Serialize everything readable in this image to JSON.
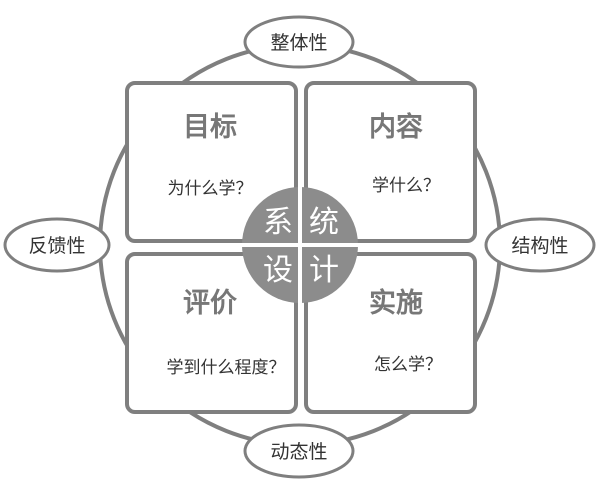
{
  "center": {
    "chars": [
      "系",
      "统",
      "设",
      "计"
    ]
  },
  "quadrants": {
    "top_left": {
      "title": "目标",
      "question": "为什么学？"
    },
    "top_right": {
      "title": "内容",
      "question": "学什么？"
    },
    "bottom_left": {
      "title": "评价",
      "question": "学到什么程度？"
    },
    "bottom_right": {
      "title": "实施",
      "question": "怎么学？"
    }
  },
  "attributes": {
    "top": "整体性",
    "left": "反馈性",
    "right": "结构性",
    "bottom": "动态性"
  },
  "colors": {
    "line": "#7f7f7f",
    "center_fill": "#8c8c8c",
    "title": "#777777",
    "text": "#333333"
  }
}
